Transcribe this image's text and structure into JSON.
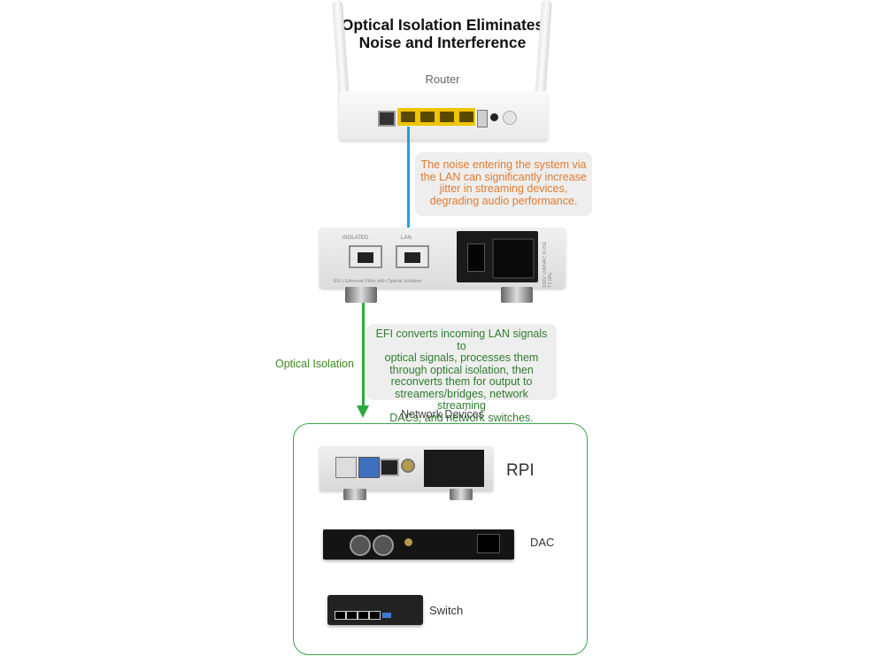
{
  "title": {
    "line1": "Optical Isolation Eliminates",
    "line2": "Noise and Interference"
  },
  "router": {
    "label": "Router"
  },
  "noise_callout": {
    "line1": "The noise entering the system via",
    "line2": "the LAN can significantly increase",
    "line3": "jitter in streaming devices,",
    "line4": "degrading audio performance."
  },
  "efi": {
    "isolated_port_label": "ISOLATED",
    "lan_port_label": "LAN",
    "model_text": "EFI | Ethernet Filter with Optical Isolation",
    "spec_text": "100V~240VAC FUSE T1.0AL"
  },
  "optical_isolation_label": "Optical Isolation",
  "efi_callout": {
    "line1": "EFI converts incoming LAN signals to",
    "line2": "optical signals, processes them",
    "line3": "through optical isolation, then",
    "line4": "reconverts them for output to",
    "line5": "streamers/bridges, network streaming",
    "line6": "DACs, and network switches."
  },
  "network_devices": {
    "label": "Network Devices",
    "items": [
      {
        "label": "RPI"
      },
      {
        "label": "DAC"
      },
      {
        "label": "Switch"
      }
    ]
  },
  "colors": {
    "noise_text": "#e07b2e",
    "efi_text": "#2e7d2e",
    "blue_link": "#1aa3d9",
    "green_link": "#2eaa3c",
    "box_border": "#3aa64a"
  }
}
